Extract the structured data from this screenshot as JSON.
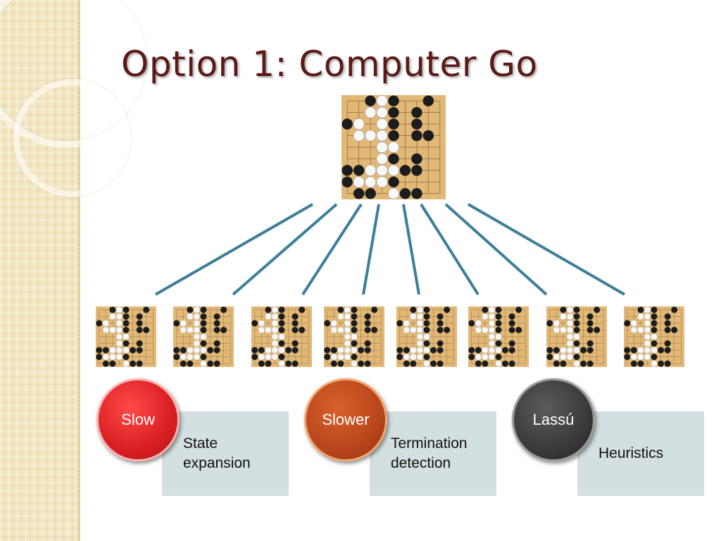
{
  "slide": {
    "title": "Option 1: Computer Go",
    "accent_color": "#5a1a16",
    "line_color": "#3d7f99"
  },
  "board": {
    "description_icon": "go-board-icon",
    "size": 9,
    "pattern": [
      "..XOX..X.",
      "..OOX.X..",
      "XO.OX.X..",
      ".OOOX.XX.",
      "...OO....",
      "...OX.X..",
      "XXOOOXX..",
      "XOOOX....",
      ".XX.OXX.."
    ]
  },
  "children_count": 8,
  "steps": [
    {
      "badge": "Slow",
      "text_line1": "State",
      "text_line2": "expansion",
      "color": "#e0272a"
    },
    {
      "badge": "Slower",
      "text_line1": "Termination",
      "text_line2": "detection",
      "color": "#b8461c"
    },
    {
      "badge": "Lassú",
      "text_line1": "Heuristics",
      "text_line2": "",
      "color": "#3a3a3a"
    }
  ]
}
